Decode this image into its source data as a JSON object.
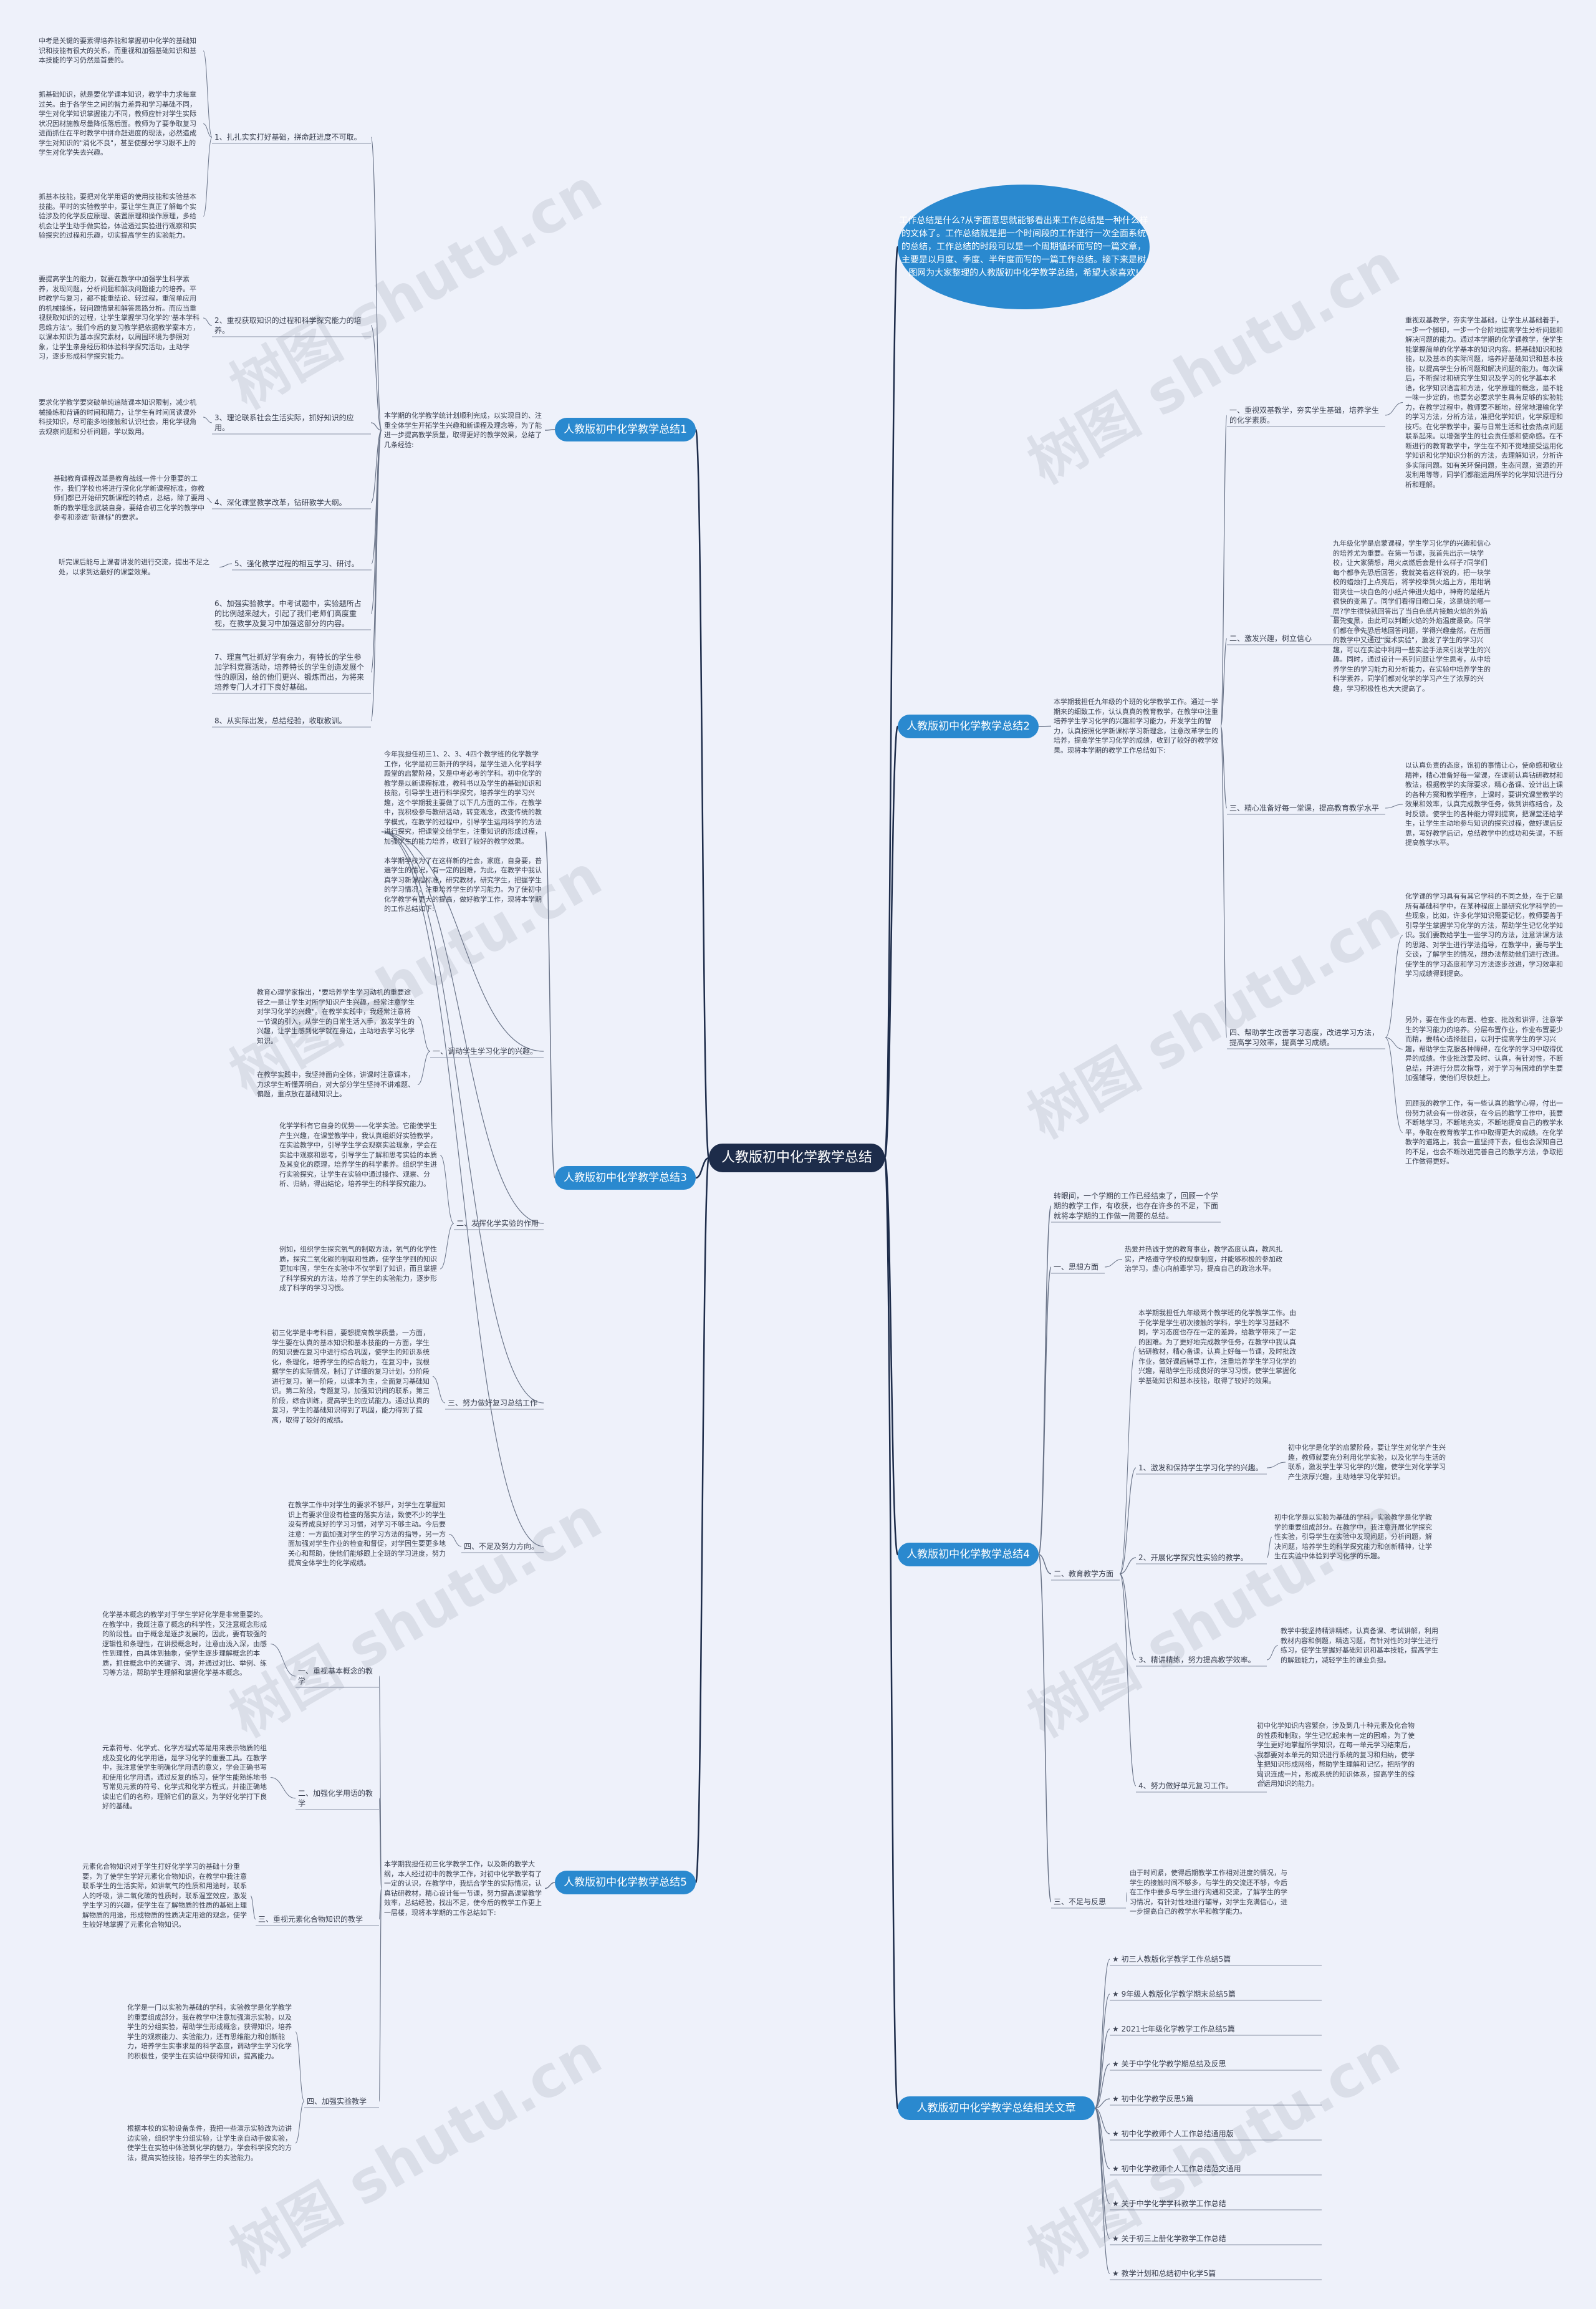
{
  "center": "人教版初中化学教学总结",
  "intro": "工作总结是什么?从字面意思就能够看出来工作总结是一种什么样的文体了。工作总结就是把一个时间段的工作进行一次全面系统的总结，工作总结的时段可以是一个周期循环而写的一篇文章，主要是以月度、季度、半年度而写的一篇工作总结。接下来是树图网为大家整理的人教版初中化学教学总结，希望大家喜欢!",
  "watermark": "树图 shutu.cn",
  "b1": {
    "label": "人教版初中化学教学总结1",
    "summary": "本学期的化学教学统计划顺利完成，以实现目的、注重全体学生开拓学生兴趣和新课程及理念等，为了能进一步提高教学质量，取得更好的教学效果，总结了几条经验:",
    "items": [
      {
        "label": "1、扎扎实实打好基础，拼命赶进度不可取。",
        "texts": [
          "中考是关键的要素得培养能和掌握初中化学的基础知识和技能有很大的关系，而重视和加强基础知识和基本技能的学习仍然是首要的。",
          "抓基础知识，就是要化学课本知识，教学中力求每章过关。由于各学生之间的智力差异和学习基础不同，学生对化学知识掌握能力不同，教师应针对学生实际状况因材施教尽量降低落后面。教师为了要争取复习进而抓住在平时教学中拼命赶进度的现法，必然造成学生对知识的\"消化不良\"，甚至使部分学习跟不上的学生对化学失去兴趣。",
          "抓基本技能，要把对化学用语的使用技能和实验基本技能。平时的实验教学中，要让学生真正了解每个实验涉及的化学反应原理、装置原理和操作原理，多给机会让学生动手做实验，体验透过实验进行观察和实验探究的过程和乐趣，切实提高学生的实验能力。"
        ]
      },
      {
        "label": "2、重视获取知识的过程和科学探究能力的培养。",
        "texts": [
          "要提高学生的能力，就要在教学中加强学生科学素养，发现问题，分析问题和解决问题能力的培养。平时教学与复习，都不能重结论、轻过程，重简单应用的机械操练，轻问题情景和解答思路分析。而应当重视获取知识的过程，让学生掌握学习化学的\"基本学科思维方法\"。我们今后的复习教学把依据教学案本方，以课本知识为基本探究素材，以周围环境为参照对象，让学生亲身经历和体验科学探究活动，主动学习，逐步形成科学探究能力。"
        ]
      },
      {
        "label": "3、理论联系社会生活实际，抓好知识的应用。",
        "texts": [
          "要求化学教学要突破单纯追随课本知识限制，减少机械操练和背诵的时间和精力，让学生有时间阅读课外科技知识，尽可能多地接触和认识社会，用化学视角去观察问题和分析问题，学以致用。"
        ]
      },
      {
        "label": "4、深化课堂教学改革，钻研教学大纲。",
        "texts": [
          "基础教育课程改革是教育战线一件十分重要的工作，我们学校也将进行深化化学新课程标准，你教师们都已开始研究新课程的特点，总结，除了要用新的教学理念武装自身，要结合初三化学的教学中参考和渗透\"新课标\"的要求。"
        ]
      },
      {
        "label": "5、强化教学过程的相互学习、研讨。",
        "texts": [
          "听完课后能与上课者讲发的进行交流，提出不足之处，以求到达最好的课堂效果。"
        ]
      },
      {
        "label": "6、加强实验教学。中考试题中，实验题所占的比例越来越大，引起了我们老师们高度重视，在教学及复习中加强这部分的内容。",
        "texts": []
      },
      {
        "label": "7、理直气壮抓好学有余力，有特长的学生参加学科竞赛活动，培养特长的学生创造发展个性的原因，给的他们更兴、锻炼而出，为将来培养专门人才打下良好基础。",
        "texts": []
      },
      {
        "label": "8、从实际出发，总结经验，收取教训。",
        "texts": []
      }
    ]
  },
  "b2": {
    "label": "人教版初中化学教学总结2",
    "summary": "本学期我担任九年级的个班的化学教学工作。通过一学期来的细致工作，认认真真的教育教学，在教学中注重培养学生学习化学的兴趣和学习能力，开发学生的智力，认真按照化学新课标学习新理念，注意改革学生的培养，提高学生学习化学的成绩，收到了较好的教学效果。现将本学期的教学工作总结如下:",
    "items": [
      {
        "label": "一、重视双基教学，夯实学生基础，培养学生的化学素质。",
        "texts": [
          "重视双基教学，夯实学生基础，让学生从基础着手，一步一个脚印，一步一个台阶地提高学生分析问题和解决问题的能力。通过本学期的化学课教学，使学生能掌握简单的化学基本的知识内容。把基础知识和技能，以及基本的实际问题，培养好基础知识和基本技能，以提高学生分析问题和解决问题的能力。每次课后，不断探讨和研究学生知识及学习的化学基本术语，化学知识语言和方法，化学原理的概念，是不能一味一步定的，也要务必要求学生具有足够的实验能力，在教学过程中，教师要不断地，经常地灌输化学的学习方法，分析方法，准把化学知识，化学原理和技巧。在化学教学中，要与日常生活和社会热点问题联系起来。以增强学生的社会责任感和使命感。在不断进行的教育教学中，学生在不知不觉地接受运用化学知识和化学知识分析的方法，去理解知识，分析许多实际问题。如有关环保问题，生态问题，资源的开发利用等等，同学们都能运用所学的化学知识进行分析和理解。"
        ]
      },
      {
        "label": "二、激发兴趣，树立信心",
        "texts": [
          "九年级化学是启蒙课程，学生学习化学的兴趣和信心的培养尤为重要。在第一节课，我首先出示一块学校，让大家猜想，用火点燃后会是什么样子?同学们每个都争先恐后回答，我就笑着这样说的，把一块学校的蜡烛打上点亮后，将学校举到火焰上方，用坩埚钳夹住一块白色的小纸片伸进火焰中，神奇的是纸片很快的变黑了。同学们看得目瞪口呆，这是烧的哪一层?学生很快就回答出了当白色纸片接触火焰的外焰最先变黑，由此可以判断火焰的外焰温度最高。同学们都在争先恐后地回答问题，学得兴趣盎然，在后面的教学中又通过\"魔术实验\"，激发了学生的学习兴趣，可以在实验中利用一些实验手法来引发学生的兴趣。同时，通过设计一系列问题让学生思考，从中培养学生的学习能力和分析能力，在实验中培养学生的科学素养，同学们都对化学的学习产生了浓厚的兴趣，学习积极性也大大提高了。"
        ]
      },
      {
        "label": "三、精心准备好每一堂课，提高教育教学水平",
        "texts": [
          "以认真负责的态度，饱初的事情让心，使命感和敬业精神，精心准备好每一堂课，在课前认真钻研教材和教法，根据教学的实际要求，精心备课、设计出上课的各种方案和教学程序，上课时，要讲究课堂教学的效果和效率，认真完成教学任务，做到讲练结合，及时反馈。使学生的各种能力得到提高，把课堂还给学生，让学生主动地参与知识的探究过程，做好课后反思，写好教学后记，总结教学中的成功和失误，不断提高教学水平。"
        ]
      },
      {
        "label": "四、帮助学生改善学习态度，改进学习方法，提高学习效率，提高学习成绩。",
        "texts": [
          "化学课的学习具有有其它学科的不同之处，在于它是所有基础科学中，在某种程度上是研究化学科学的一些现象，比如，许多化学知识需要记忆，教师要善于引导学生掌握学习化学的方法，帮助学生记忆化学知识。我们要教给学生一些学习的方法，注意讲课方法的思路、对学生进行学法指导，在教学中，要与学生交谈，了解学生的情况，想办法帮助他们进行改进。使学生的学习态度和学习方法逐步改进，学习效率和学习成绩得到提高。",
          "另外，要在作业的布置、检查、批改和讲评，注意学生的学习能力的培养。分层布置作业，作业布置要少而精，要精心选择题目，以利于提高学生的学习兴趣，帮助学生克服各种障碍，在化学的学习中取得优异的成绩。作业批改要及时、认真，有针对性，不断总结，并进行分层次指导，对于学习有困难的学生要加强辅导，使他们尽快赶上。",
          "回顾我的教学工作，有一些认真的教学心得，付出一份努力就会有一份收获，在今后的教学工作中，我要不断地学习，不断地充实，不断地提高自己的教学水平，争取在教育教学工作中取得更大的成绩。在化学教学的道路上，我会一直坚持下去，但也会深知自己的不足，也会不断改进完善自己的教学方法，争取把工作做得更好。"
        ]
      }
    ]
  },
  "b3": {
    "label": "人教版初中化学教学总结3",
    "summary": "今年我担任初三1、2、3、4四个教学班的化学教学工作，化学是初三新开的学科，是学生进入化学科学殿堂的启蒙阶段，又是中考必考的学科。初中化学的教学是以新课程标准，教科书以及学生的基础知识和技能，引导学生进行科学探究，培养学生的学习兴趣，这个学期我主要做了以下几方面的工作，在教学中，我积极参与教研活动，转变观念，改变传统的教学模式，在教学的过程中，引导学生运用科学的方法进行探究，把课堂交给学生，注重知识的形成过程，加强学生的能力培养，收到了较好的教学效果。\n\n本学期学校为了在这样新的社会，家庭，自身要，普遍学生的情况，有一定的困难，为此，在教学中我认真学习新课程标准，研究教材，研究学生，把握学生的学习情况，注重培养学生的学习能力。为了使初中化学教学有更大的提高，做好教学工作，现将本学期的工作总结如下:",
    "items": [
      {
        "label": "一、调动学生学习化学的兴趣。",
        "texts": [
          "教育心理学家指出，\"要培养学生学习动机的重要途径之一是让学生对所学知识产生兴趣，经常注意学生对学习化学的兴趣\"。在教学实践中，我经常注意将一节课的引入，从学生的日常生活入手，激发学生的兴趣，让学生感到化学就在身边，主动地去学习化学知识。",
          "在教学实践中，我坚持面向全体，讲课时注意课本，力求学生听懂弄明白，对大部分学生坚持不讲难题、偏题，重点放在基础知识上。"
        ]
      },
      {
        "label": "二、发挥化学实验的作用",
        "texts": [
          "化学学科有它自身的优势——化学实验。它能使学生产生兴趣，在课堂教学中，我认真组织好实验教学，在实验教学中，引导学生学会观察实验现象，学会在实验中观察和思考，引导学生了解和思考实验的本质及其变化的原理，培养学生的科学素养。组织学生进行实验探究，让学生在实验中通过操作、观察、分析、归纳，得出结论，培养学生的科学探究能力。",
          "例如，组织学生探究氧气的制取方法，氧气的化学性质，探究二氧化碳的制取和性质，使学生学到的知识更加牢固，学生在实验中不仅学到了知识，而且掌握了科学探究的方法，培养了学生的实验能力，逐步形成了科学的学习习惯。"
        ]
      },
      {
        "label": "三、努力做好复习总结工作",
        "texts": [
          "初三化学是中考科目，要想提高教学质量，一方面，学生要在认真的基本知识和基本技能的一方面，学生的知识要在复习中进行综合巩固，使学生的知识系统化，条理化，培养学生的综合能力，在复习中，我根据学生的实际情况，制订了详细的复习计划，分阶段进行复习，第一阶段，以课本为主，全面复习基础知识。第二阶段，专题复习，加强知识间的联系，第三阶段，综合训练，提高学生的应试能力。通过认真的复习，学生的基础知识得到了巩固，能力得到了提高，取得了较好的成绩。"
        ]
      },
      {
        "label": "四、不足及努力方向。",
        "texts": [
          "在教学工作中对学生的要求不够严，对学生在掌握知识上有要求但没有检查的落实方法，致使不少的学生没有养成良好的学习习惯，对学习不够主动。今后要注意：一方面加强对学生的学习方法的指导，另一方面加强对学生作业的检查和督促，对学困生要更多地关心和帮助，使他们能够跟上全班的学习进度，努力提高全体学生的化学成绩。"
        ]
      }
    ]
  },
  "b4": {
    "label": "人教版初中化学教学总结4",
    "items": [
      {
        "label": "转眼间，一个学期的工作已经结束了，回顾一个学期的教学工作，有收获，也存在许多的不足，下面就将本学期的工作做一简要的总结。",
        "texts": []
      },
      {
        "label": "一、思想方面",
        "texts": [
          "热爱并热诚于党的教育事业，教学态度认真，教风扎实，严格遵守学校的规章制度，并能够积极的参加政治学习，虚心向前辈学习，提高自己的政治水平。"
        ]
      },
      {
        "label": "二、教育教学方面",
        "summary": "本学期我担任九年级两个教学班的化学教学工作。由于化学是学生初次接触的学科，学生的学习基础不同，学习态度也存在一定的差异，给教学带来了一定的困难。为了更好地完成教学任务，在教学中我认真钻研教材，精心备课，认真上好每一节课，及时批改作业，做好课后辅导工作，注重培养学生学习化学的兴趣，帮助学生形成良好的学习习惯，使学生掌握化学基础知识和基本技能，取得了较好的效果。",
        "texts": [],
        "subs": [
          {
            "label": "1、激发和保持学生学习化学的兴趣。",
            "texts": [
              "初中化学是化学的启蒙阶段，要让学生对化学产生兴趣，教师就要充分利用化学实验，以及化学与生活的联系，激发学生学习化学的兴趣，使学生对化学学习产生浓厚兴趣，主动地学习化学知识。"
            ]
          },
          {
            "label": "2、开展化学探究性实验的教学。",
            "texts": [
              "初中化学是以实验为基础的学科，实验教学是化学教学的重要组成部分。在教学中，我注意开展化学探究性实验，引导学生在实验中发现问题，分析问题，解决问题，培养学生的科学探究能力和创新精神，让学生在实验中体验到学习化学的乐趣。"
            ]
          },
          {
            "label": "3、精讲精练，努力提高教学效率。",
            "texts": [
              "教学中我坚持精讲精练，认真备课、考试讲解，利用教材内容和例题，精选习题，有针对性的对学生进行练习，使学生掌握好基础知识和基本技能，提高学生的解题能力，减轻学生的课业负担。"
            ]
          },
          {
            "label": "4、努力做好单元复习工作。",
            "texts": [
              "初中化学知识内容繁杂，涉及到几十种元素及化合物的性质和制取，学生记忆起来有一定的困难，为了使学生更好地掌握所学知识，在每一单元学习结束后，我都要对本单元的知识进行系统的复习和归纳，使学生把知识形成网络，帮助学生理解和记忆，把所学的知识连成一片，形成系统的知识体系，提高学生的综合运用知识的能力。"
            ]
          }
        ]
      },
      {
        "label": "三、不足与反思",
        "texts": [
          "由于时间紧，使得后期教学工作相对进度的情况，与学生的接触时间不够多，与学生的交流还不够，今后在工作中要多与学生进行沟通和交流，了解学生的学习情况，有针对性地进行辅导，对学生充满信心，进一步提高自己的教学水平和教学能力。"
        ]
      }
    ]
  },
  "b5": {
    "label": "人教版初中化学教学总结5",
    "summary": "本学期我担任初三化学教学工作，以及新的教学大纲，本人经过初中的教学工作，对初中化学教学有了一定的认识，在教学中，我结合学生的实际情况，认真钻研教材，精心设计每一节课，努力提高课堂教学效率，总结经验，找出不足，使今后的教学工作更上一层楼，现将本学期的工作总结如下:",
    "items": [
      {
        "label": "一、重视基本概念的教学",
        "texts": [
          "化学基本概念的教学对于学生学好化学是非常重要的。在教学中，我既注意了概念的科学性，又注意概念形成的阶段性。由于概念是逐步发展的，因此，要有较强的逻辑性和条理性，在讲授概念时，注意由浅入深，由感性到理性，由具体到抽象，使学生逐步理解概念的本质，抓住概念中的关键字、词，并通过对比、举例、练习等方法，帮助学生理解和掌握化学基本概念。"
        ]
      },
      {
        "label": "二、加强化学用语的教学",
        "texts": [
          "元素符号、化学式、化学方程式等是用来表示物质的组成及变化的化学用语，是学习化学的重要工具。在教学中，我注意使学生明确化学用语的意义，学会正确书写和使用化学用语，通过反复的练习，使学生能熟练地书写常见元素的符号、化学式和化学方程式，并能正确地读出它们的名称，理解它们的意义，为学好化学打下良好的基础。"
        ]
      },
      {
        "label": "三、重视元素化合物知识的教学",
        "texts": [
          "元素化合物知识对于学生打好化学学习的基础十分重要，为了使学生学好元素化合物知识，在教学中我注意联系学生的生活实际，如讲氧气的性质和用途时，联系人的呼吸，讲二氧化碳的性质时，联系温室效应，激发学生学习的兴趣，使学生在了解物质的性质的基础上理解物质的用途，形成物质的性质决定用途的观念，使学生较好地掌握了元素化合物知识。"
        ]
      },
      {
        "label": "四、加强实验教学",
        "texts": [
          "化学是一门以实验为基础的学科，实验教学是化学教学的重要组成部分，我在教学中注意加强演示实验，以及学生的分组实验，帮助学生形成概念，获得知识，培养学生的观察能力、实验能力，还有思维能力和创新能力，培养学生实事求是的科学态度，调动学生学习化学的积极性，使学生在实验中获得知识，提高能力。",
          "根据本校的实验设备条件，我把一些演示实验改为边讲边实验，组织学生分组实验，让学生亲自动手做实验，使学生在实验中体验到化学的魅力，学会科学探究的方法，提高实验技能，培养学生的实验能力。"
        ]
      }
    ]
  },
  "b6": {
    "label": "人教版初中化学教学总结相关文章",
    "links": [
      "★ 初三人教版化学教学工作总结5篇",
      "★ 9年级人教版化学教学期末总结5篇",
      "★ 2021七年级化学教学工作总结5篇",
      "★ 关于中学化学教学期总结及反思",
      "★ 初中化学教学反思5篇",
      "★ 初中化学教师个人工作总结通用版",
      "★ 初中化学教师个人工作总结范文通用",
      "★ 关于中学化学学科教学工作总结",
      "★ 关于初三上册化学教学工作总结",
      "★ 教学计划和总结初中化学5篇"
    ]
  }
}
